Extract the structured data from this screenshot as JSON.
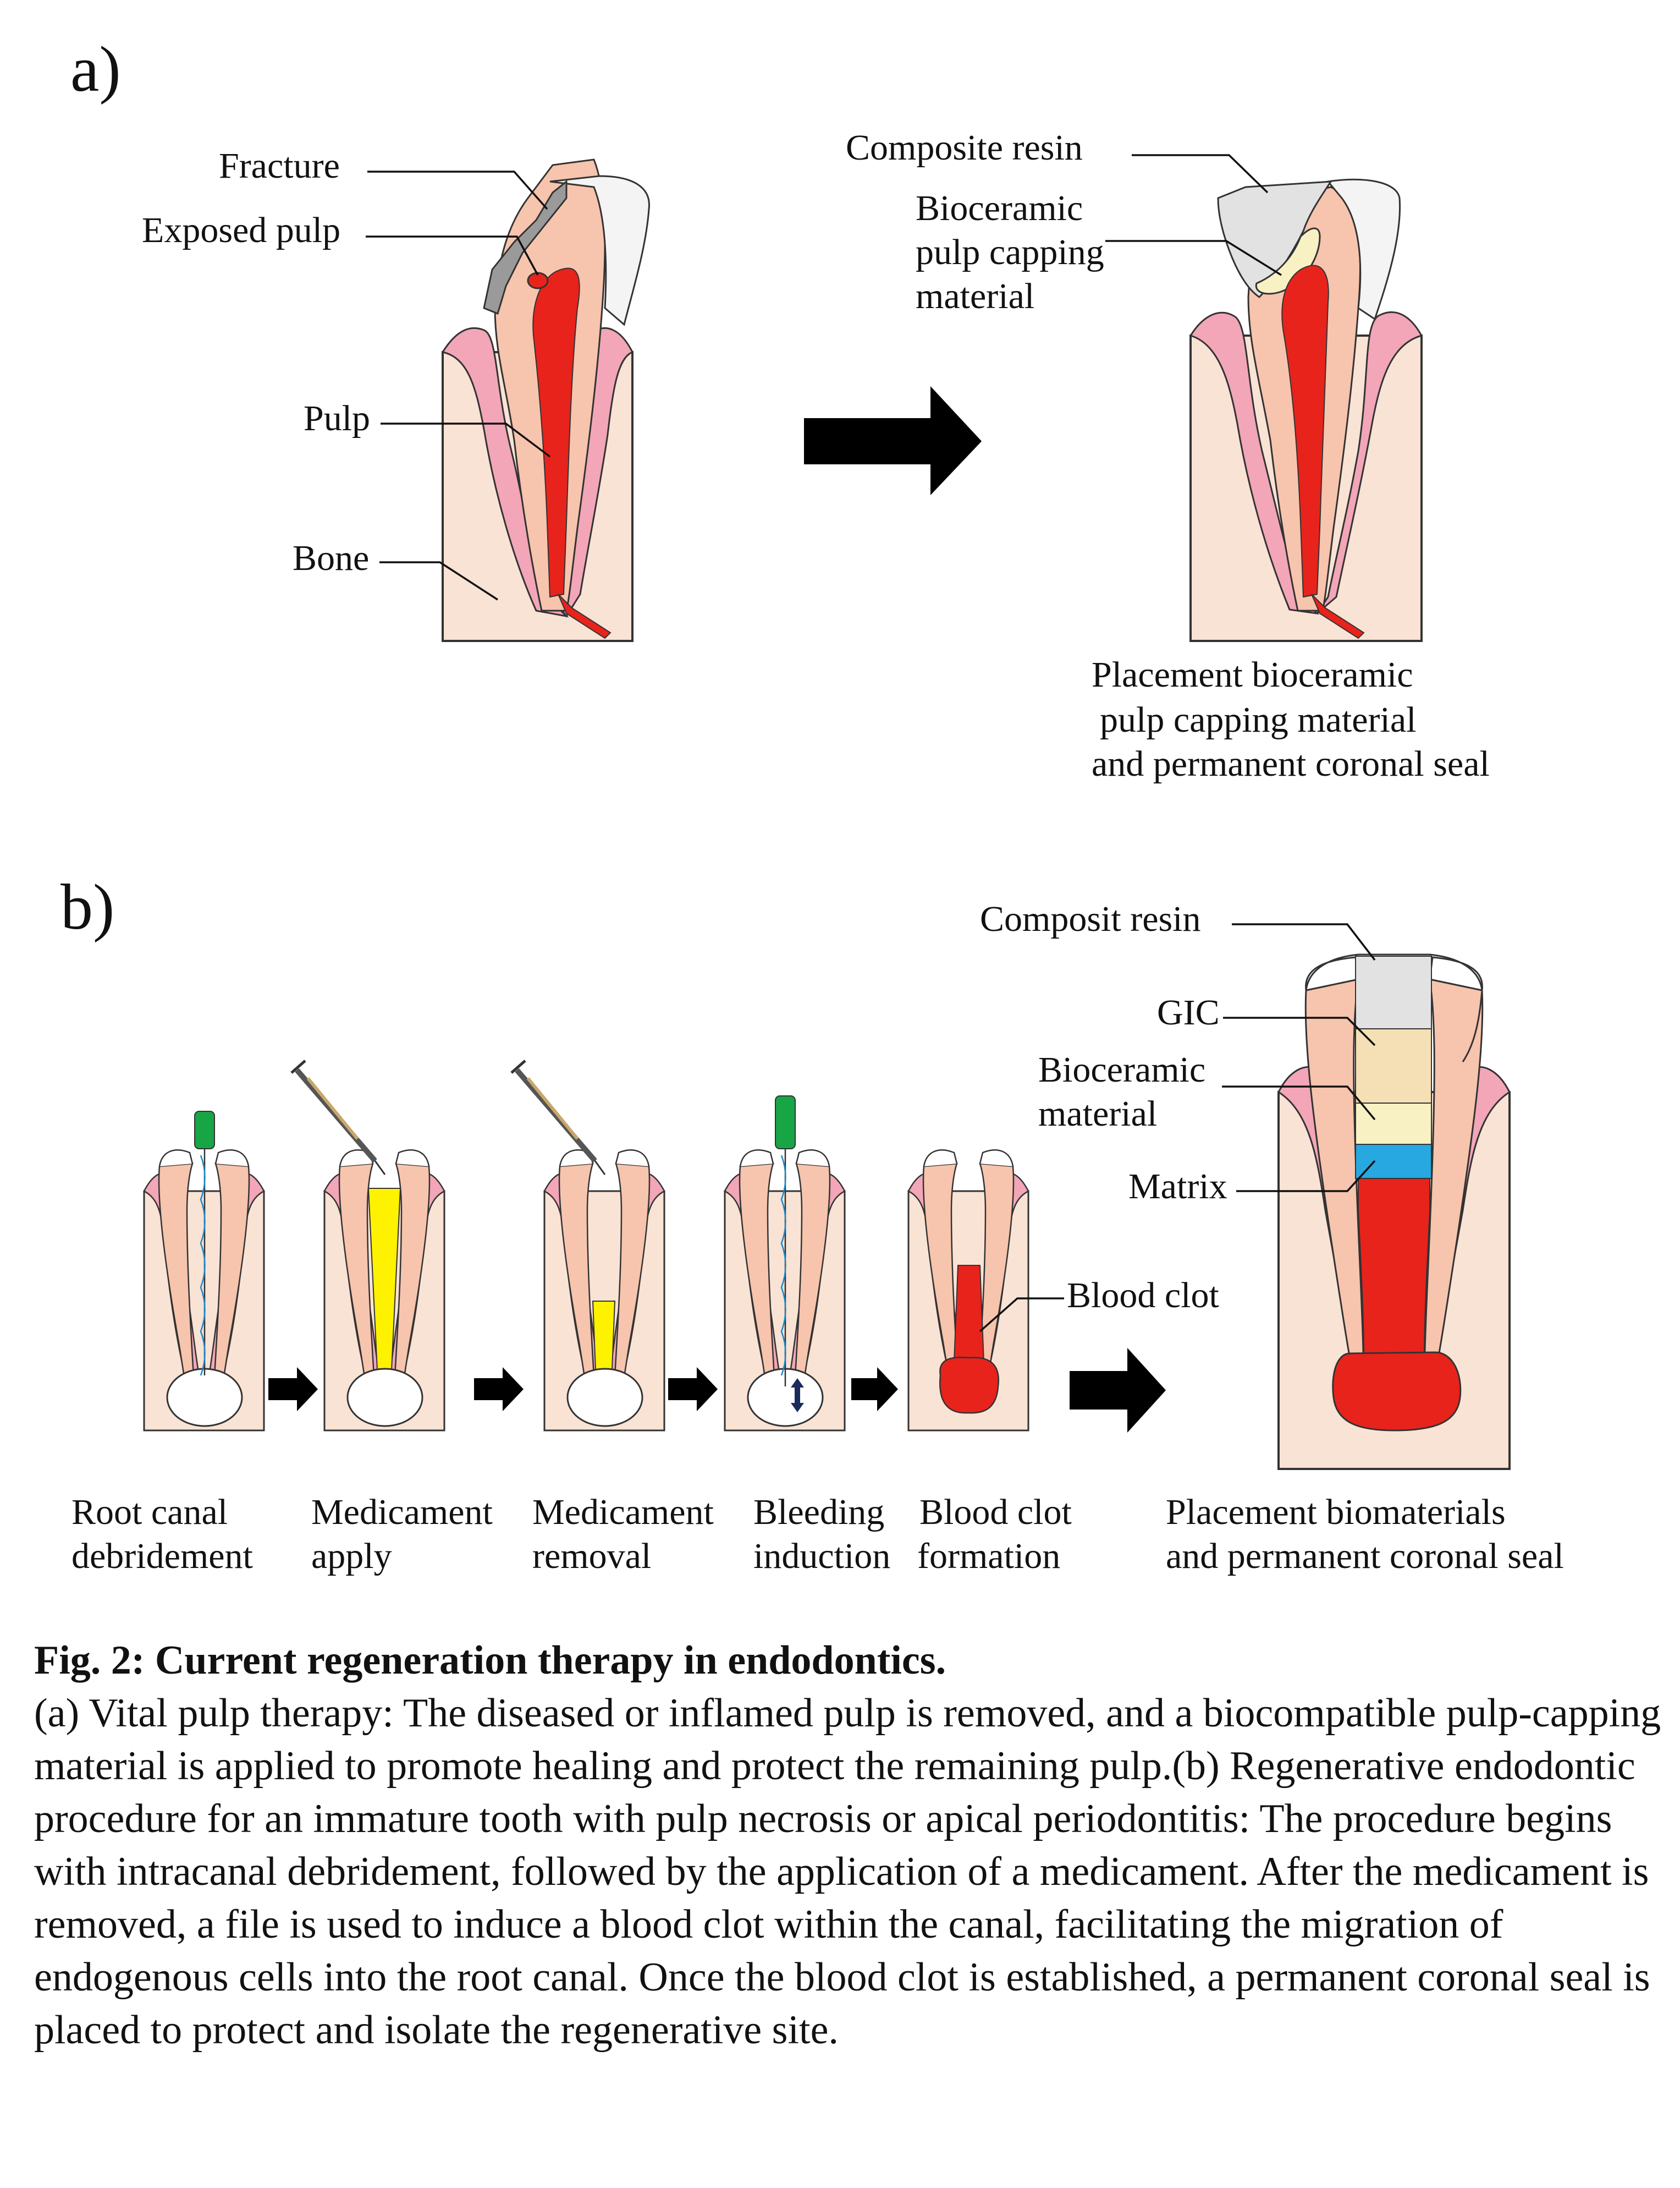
{
  "panel_a": {
    "letter": "a)",
    "labels": {
      "fracture": "Fracture",
      "exposed_pulp": "Exposed pulp",
      "pulp": "Pulp",
      "bone": "Bone",
      "composite_resin": "Composite resin",
      "bioceramic_1": "Bioceramic",
      "bioceramic_2": "pulp capping",
      "bioceramic_3": "material"
    },
    "result_caption": [
      "Placement bioceramic",
      "pulp capping material",
      "and permanent coronal seal"
    ]
  },
  "panel_b": {
    "letter": "b)",
    "labels": {
      "composit_resin": "Composit resin",
      "gic": "GIC",
      "bioceramic_1": "Bioceramic",
      "bioceramic_2": "material",
      "matrix": "Matrix",
      "blood_clot": "Blood clot"
    },
    "steps": [
      {
        "line1": "Root canal",
        "line2": "debridement"
      },
      {
        "line1": "Medicament",
        "line2": "apply"
      },
      {
        "line1": "Medicament",
        "line2": "removal"
      },
      {
        "line1": "Bleeding",
        "line2": "induction"
      },
      {
        "line1": "Blood clot",
        "line2": "formation"
      }
    ],
    "final_caption": [
      "Placement biomaterials",
      "and permanent coronal seal"
    ]
  },
  "caption": {
    "title": "Fig. 2: Current regeneration therapy in endodontics.",
    "body": "(a) Vital pulp therapy: The diseased or inflamed pulp is removed, and a biocompatible pulp-capping material is applied to promote healing and protect the remaining pulp.(b) Regenerative endodontic procedure for an immature tooth with pulp necrosis or apical periodontitis: The procedure begins with intracanal debridement, followed by the application of a medicament. After the medicament is removed, a file is used to induce a blood clot within the canal, facilitating the migration of endogenous cells into the root canal. Once the blood clot is established, a permanent coronal seal is placed to protect and isolate the regenerative site."
  },
  "colors": {
    "bone": "#f9e3d5",
    "gum": "#f2a6b8",
    "dentin": "#f7c4ad",
    "enamel": "#f4f4f4",
    "pulp": "#e8231c",
    "fracture": "#9a9a9a",
    "composite": "#e2e2e2",
    "bioceramic": "#f8f1c4",
    "gic": "#f4e0b4",
    "matrix": "#27a8e0",
    "medicament": "#fff200",
    "file_handle": "#17a546",
    "arrow": "#000000"
  }
}
